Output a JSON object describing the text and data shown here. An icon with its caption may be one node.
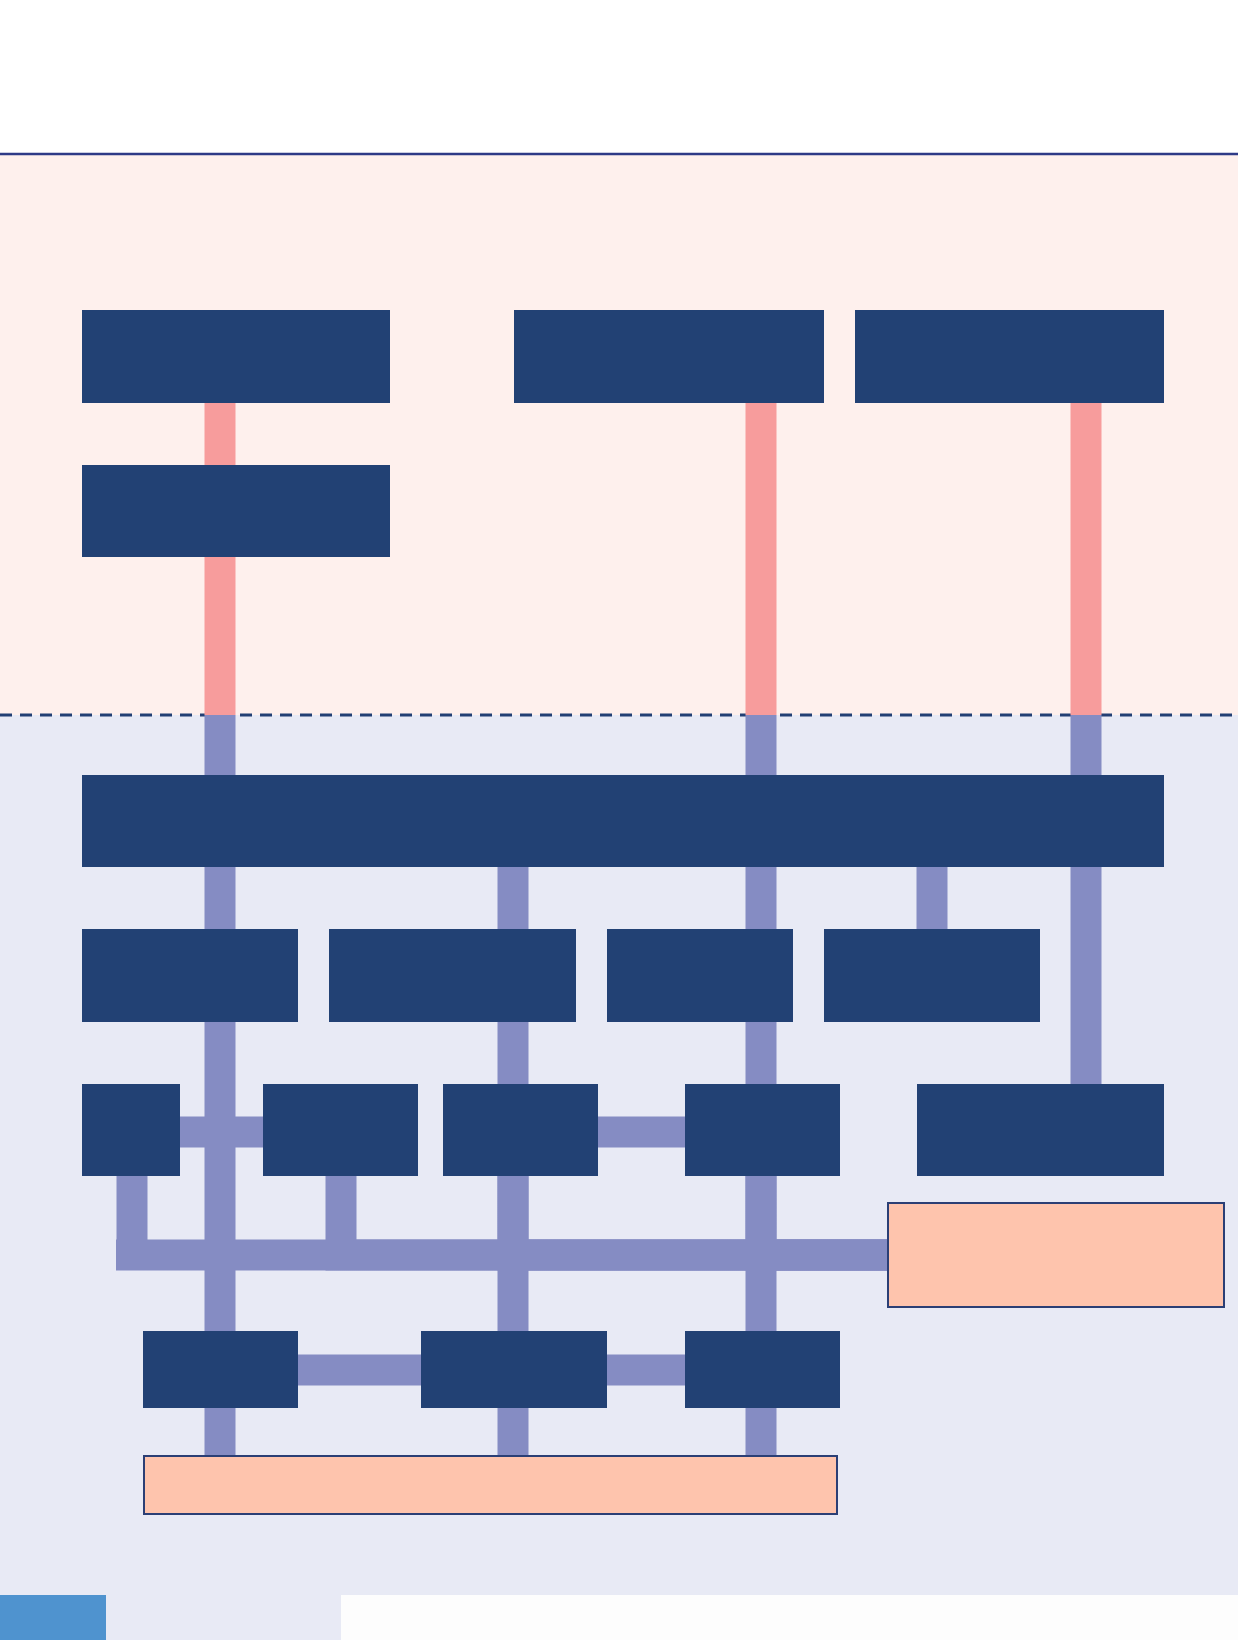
{
  "diagram": {
    "nodes": [
      {
        "text": [],
        "shape": "box"
      },
      {
        "text": [],
        "shape": "box"
      },
      {
        "text": [],
        "shape": "box"
      },
      {
        "text": [],
        "shape": "box"
      },
      {
        "text": [],
        "shape": "box"
      },
      {
        "text": [],
        "shape": "box"
      },
      {
        "text": [],
        "shape": "box"
      },
      {
        "text": [],
        "shape": "box"
      },
      {
        "text": [],
        "shape": "box"
      },
      {
        "text": [],
        "shape": "box"
      },
      {
        "text": [],
        "shape": "box"
      },
      {
        "text": [],
        "shape": "box"
      },
      {
        "text": [],
        "shape": "box"
      },
      {
        "text": [],
        "shape": "box"
      },
      {
        "text": [],
        "shape": "box"
      },
      {
        "text": [],
        "shape": "box"
      },
      {
        "text": [],
        "shape": "box"
      },
      {
        "text": [],
        "shape": "box"
      },
      {
        "text": [],
        "shape": "box"
      }
    ],
    "edges": [
      {
        "from": 0,
        "to": 3,
        "arrow": "none"
      },
      {
        "from": 3,
        "to": 4,
        "arrow": "none"
      },
      {
        "from": 1,
        "to": 4,
        "arrow": "none"
      },
      {
        "from": 2,
        "to": 4,
        "arrow": "none"
      },
      {
        "from": 4,
        "to": 5,
        "arrow": "none"
      },
      {
        "from": 4,
        "to": 6,
        "arrow": "none"
      },
      {
        "from": 4,
        "to": 7,
        "arrow": "none"
      },
      {
        "from": 4,
        "to": 8,
        "arrow": "none"
      },
      {
        "from": 4,
        "to": 13,
        "arrow": "none"
      },
      {
        "from": 5,
        "to": 15,
        "arrow": "none"
      },
      {
        "from": 6,
        "to": 11,
        "arrow": "none"
      },
      {
        "from": 7,
        "to": 12,
        "arrow": "none"
      },
      {
        "from": 9,
        "to": 10,
        "arrow": "none"
      },
      {
        "from": 11,
        "to": 12,
        "arrow": "none"
      },
      {
        "from": 9,
        "to": 14,
        "arrow": "none"
      },
      {
        "from": 10,
        "to": 14,
        "arrow": "none"
      },
      {
        "from": 11,
        "to": 14,
        "arrow": "none"
      },
      {
        "from": 12,
        "to": 14,
        "arrow": "none"
      },
      {
        "from": 11,
        "to": 16,
        "arrow": "none"
      },
      {
        "from": 12,
        "to": 17,
        "arrow": "none"
      },
      {
        "from": 15,
        "to": 16,
        "arrow": "none"
      },
      {
        "from": 16,
        "to": 17,
        "arrow": "none"
      },
      {
        "from": 15,
        "to": 18,
        "arrow": "none"
      },
      {
        "from": 16,
        "to": 18,
        "arrow": "none"
      },
      {
        "from": 17,
        "to": 18,
        "arrow": "none"
      }
    ]
  }
}
